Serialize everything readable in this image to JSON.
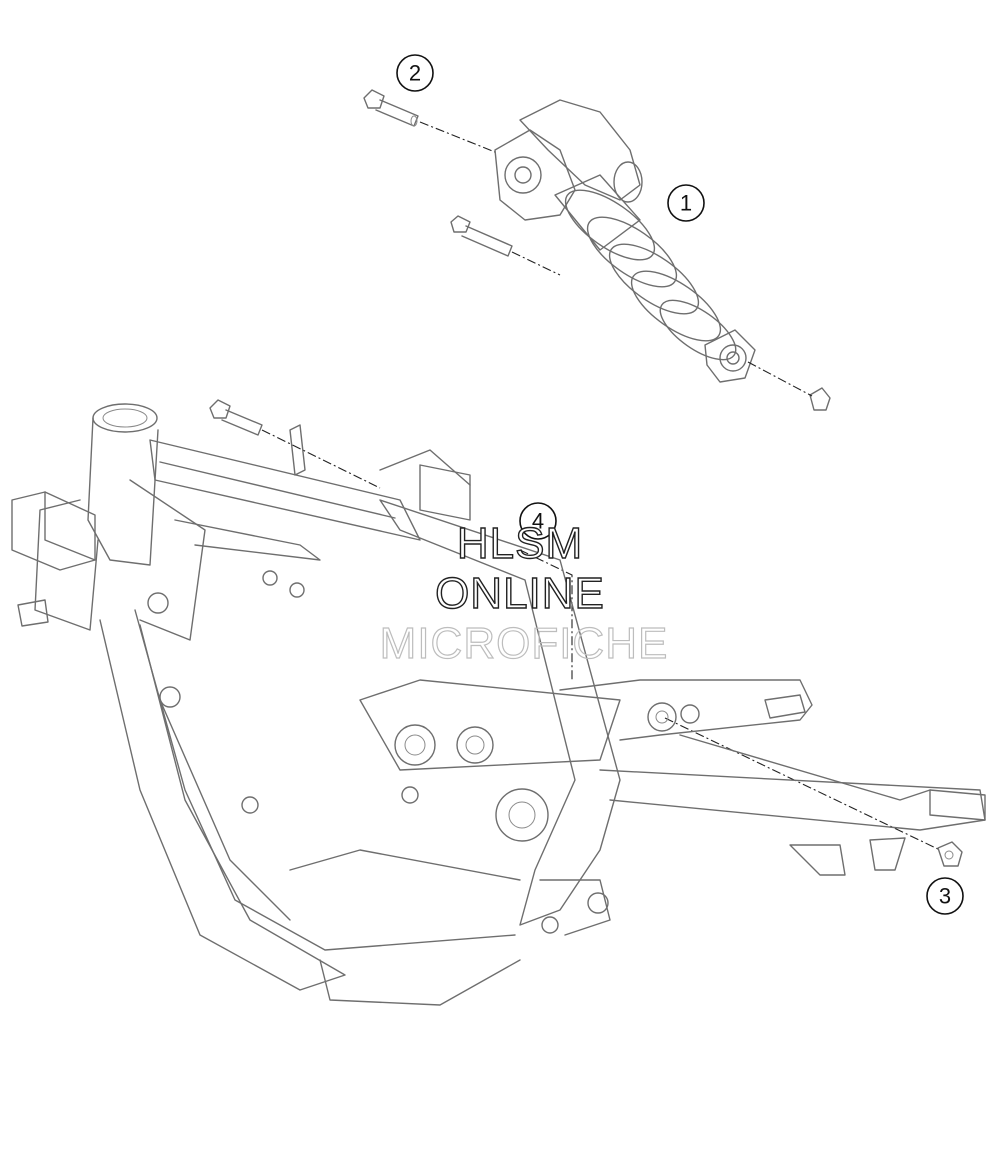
{
  "callouts": [
    {
      "id": "1",
      "label": "1"
    },
    {
      "id": "2",
      "label": "2"
    },
    {
      "id": "3",
      "label": "3"
    },
    {
      "id": "4",
      "label": "4"
    }
  ],
  "watermark": {
    "line1": "HLSM",
    "line2": "ONLINE",
    "line3": "MICROFICHE"
  },
  "colors": {
    "line": "#6e6e6e",
    "callout": "#111111",
    "watermark_light": "#bdbdbd"
  }
}
